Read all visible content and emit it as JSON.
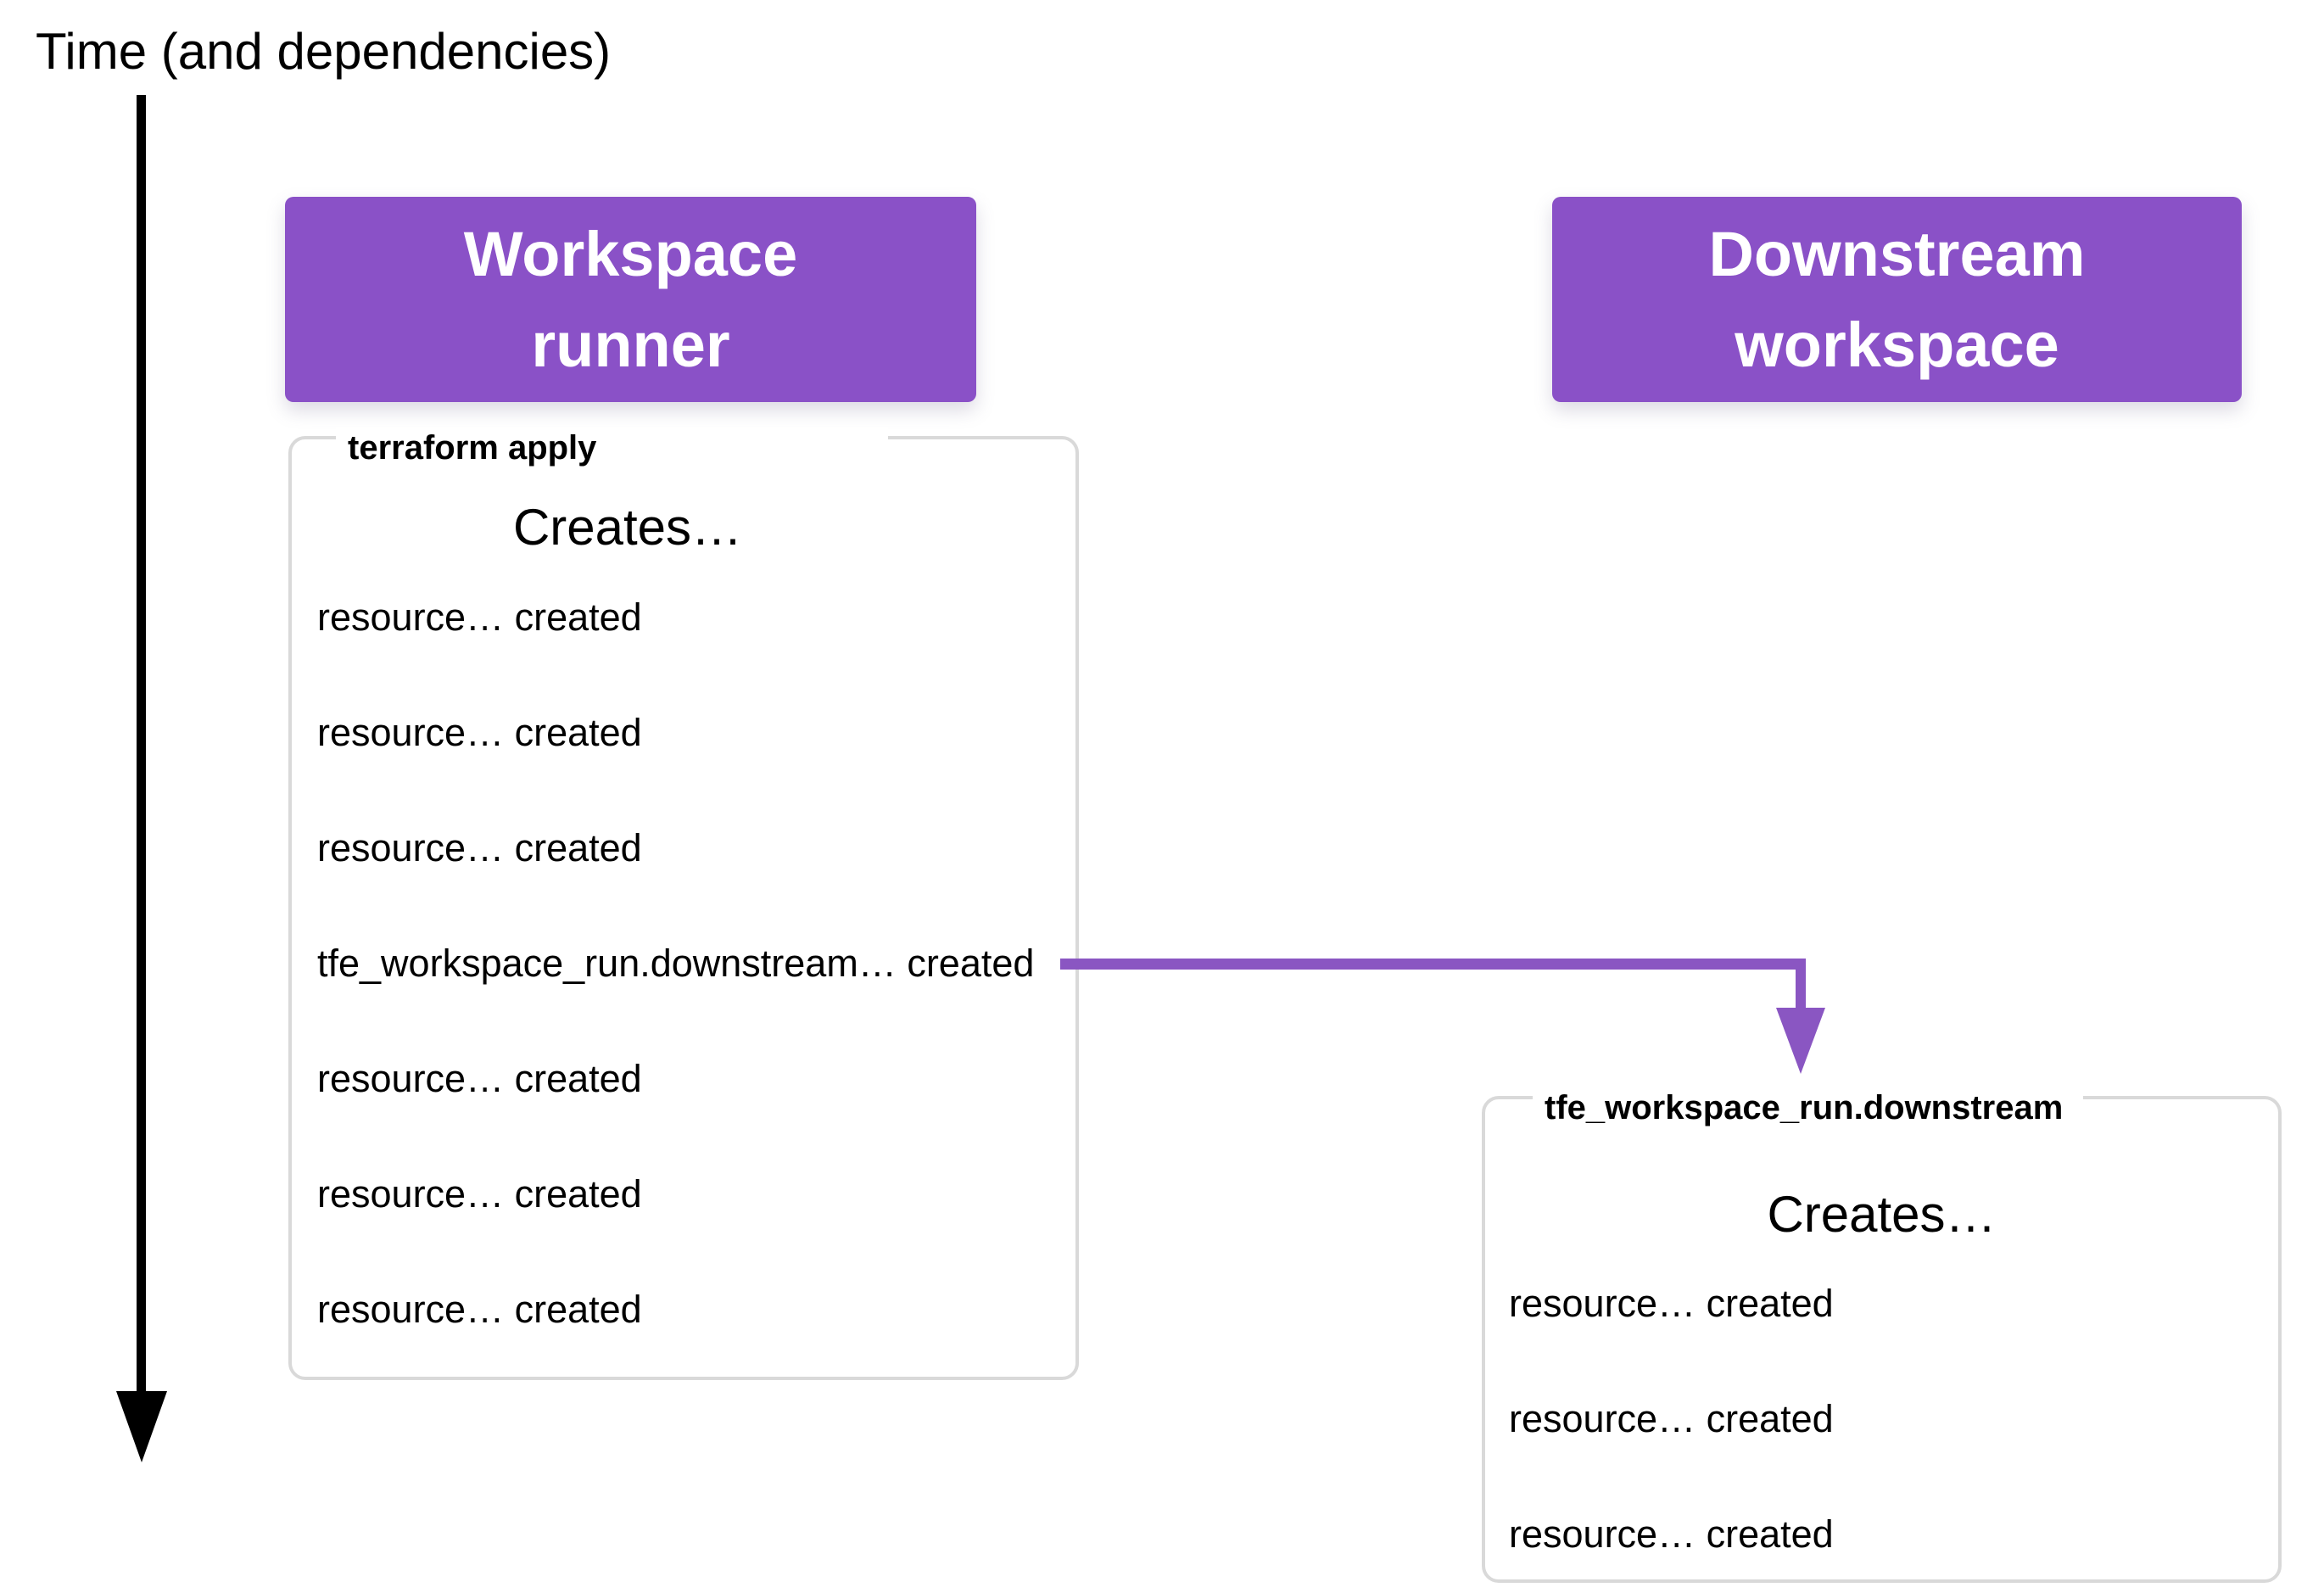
{
  "title": "Time (and dependencies)",
  "colors": {
    "header_purple": "#8a51c7",
    "flow_arrow_purple": "#8a56c2",
    "panel_border_gray": "#d9d9d9",
    "text_black": "#000000",
    "header_text_white": "#ffffff"
  },
  "headers": [
    {
      "id": "workspace-runner",
      "lines": [
        "Workspace",
        "runner"
      ]
    },
    {
      "id": "downstream-workspace",
      "lines": [
        "Downstream",
        "workspace"
      ]
    }
  ],
  "panels": [
    {
      "id": "terraform-apply",
      "legend": "terraform apply",
      "heading": "Creates…",
      "items": [
        "resource… created",
        "resource… created",
        "resource… created",
        "tfe_workspace_run.downstream… created",
        "resource… created",
        "resource… created",
        "resource… created"
      ]
    },
    {
      "id": "downstream-run",
      "legend": "tfe_workspace_run.downstream",
      "heading": "Creates…",
      "items": [
        "resource… created",
        "resource… created",
        "resource… created"
      ]
    }
  ],
  "icons": {
    "time_arrow": "black-down-arrow",
    "flow_arrow": "purple-elbow-down-arrow"
  }
}
